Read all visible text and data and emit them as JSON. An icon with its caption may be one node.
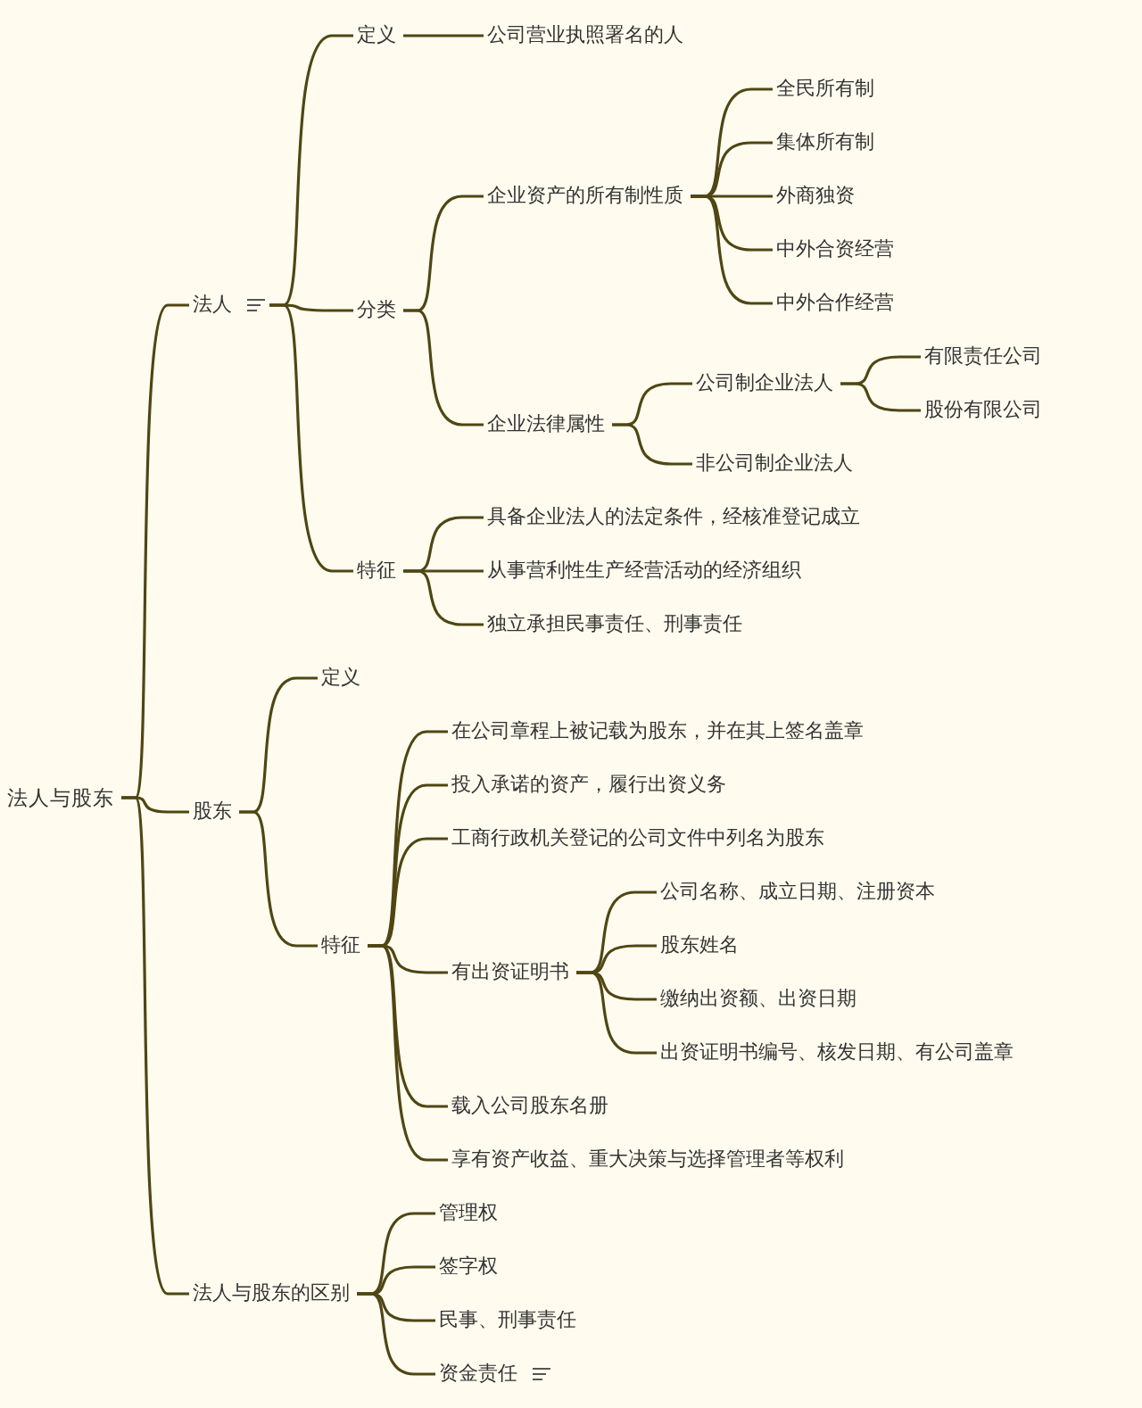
{
  "diagram": {
    "nodes": [
      {
        "text": [
          "法人与股东"
        ]
      },
      {
        "text": [
          "法人"
        ]
      },
      {
        "text": [
          "定义"
        ]
      },
      {
        "text": [
          "公司营业执照署名的人"
        ]
      },
      {
        "text": [
          "分类"
        ]
      },
      {
        "text": [
          "企业资产的所有制性质"
        ]
      },
      {
        "text": [
          "全民所有制"
        ]
      },
      {
        "text": [
          "集体所有制"
        ]
      },
      {
        "text": [
          "外商独资"
        ]
      },
      {
        "text": [
          "中外合资经营"
        ]
      },
      {
        "text": [
          "中外合作经营"
        ]
      },
      {
        "text": [
          "企业法律属性"
        ]
      },
      {
        "text": [
          "公司制企业法人"
        ]
      },
      {
        "text": [
          "有限责任公司"
        ]
      },
      {
        "text": [
          "股份有限公司"
        ]
      },
      {
        "text": [
          "非公司制企业法人"
        ]
      },
      {
        "text": [
          "特征"
        ]
      },
      {
        "text": [
          "具备企业法人的法定条件，经核准登记成立"
        ]
      },
      {
        "text": [
          "从事营利性生产经营活动的经济组织"
        ]
      },
      {
        "text": [
          "独立承担民事责任、刑事责任"
        ]
      },
      {
        "text": [
          "股东"
        ]
      },
      {
        "text": [
          "定义"
        ]
      },
      {
        "text": [
          "特征"
        ]
      },
      {
        "text": [
          "在公司章程上被记载为股东，并在其上签名盖章"
        ]
      },
      {
        "text": [
          "投入承诺的资产，履行出资义务"
        ]
      },
      {
        "text": [
          "工商行政机关登记的公司文件中列名为股东"
        ]
      },
      {
        "text": [
          "有出资证明书"
        ]
      },
      {
        "text": [
          "公司名称、成立日期、注册资本"
        ]
      },
      {
        "text": [
          "股东姓名"
        ]
      },
      {
        "text": [
          "缴纳出资额、出资日期"
        ]
      },
      {
        "text": [
          "出资证明书编号、核发日期、有公司盖章"
        ]
      },
      {
        "text": [
          "载入公司股东名册"
        ]
      },
      {
        "text": [
          "享有资产收益、重大决策与选择管理者等权利"
        ]
      },
      {
        "text": [
          "法人与股东的区别"
        ]
      },
      {
        "text": [
          "管理权"
        ]
      },
      {
        "text": [
          "签字权"
        ]
      },
      {
        "text": [
          "民事、刑事责任"
        ]
      },
      {
        "text": [
          "资金责任"
        ]
      }
    ],
    "edges": [
      {
        "from": 0,
        "to": 1,
        "arrow": "none"
      },
      {
        "from": 0,
        "to": 20,
        "arrow": "none"
      },
      {
        "from": 0,
        "to": 33,
        "arrow": "none"
      },
      {
        "from": 1,
        "to": 2,
        "arrow": "none"
      },
      {
        "from": 1,
        "to": 4,
        "arrow": "none"
      },
      {
        "from": 1,
        "to": 16,
        "arrow": "none"
      },
      {
        "from": 2,
        "to": 3,
        "arrow": "none"
      },
      {
        "from": 4,
        "to": 5,
        "arrow": "none"
      },
      {
        "from": 4,
        "to": 11,
        "arrow": "none"
      },
      {
        "from": 5,
        "to": 6,
        "arrow": "none"
      },
      {
        "from": 5,
        "to": 7,
        "arrow": "none"
      },
      {
        "from": 5,
        "to": 8,
        "arrow": "none"
      },
      {
        "from": 5,
        "to": 9,
        "arrow": "none"
      },
      {
        "from": 5,
        "to": 10,
        "arrow": "none"
      },
      {
        "from": 11,
        "to": 12,
        "arrow": "none"
      },
      {
        "from": 11,
        "to": 15,
        "arrow": "none"
      },
      {
        "from": 12,
        "to": 13,
        "arrow": "none"
      },
      {
        "from": 12,
        "to": 14,
        "arrow": "none"
      },
      {
        "from": 16,
        "to": 17,
        "arrow": "none"
      },
      {
        "from": 16,
        "to": 18,
        "arrow": "none"
      },
      {
        "from": 16,
        "to": 19,
        "arrow": "none"
      },
      {
        "from": 20,
        "to": 21,
        "arrow": "none"
      },
      {
        "from": 20,
        "to": 22,
        "arrow": "none"
      },
      {
        "from": 22,
        "to": 23,
        "arrow": "none"
      },
      {
        "from": 22,
        "to": 24,
        "arrow": "none"
      },
      {
        "from": 22,
        "to": 25,
        "arrow": "none"
      },
      {
        "from": 22,
        "to": 26,
        "arrow": "none"
      },
      {
        "from": 22,
        "to": 31,
        "arrow": "none"
      },
      {
        "from": 22,
        "to": 32,
        "arrow": "none"
      },
      {
        "from": 26,
        "to": 27,
        "arrow": "none"
      },
      {
        "from": 26,
        "to": 28,
        "arrow": "none"
      },
      {
        "from": 26,
        "to": 29,
        "arrow": "none"
      },
      {
        "from": 26,
        "to": 30,
        "arrow": "none"
      },
      {
        "from": 33,
        "to": 34,
        "arrow": "none"
      },
      {
        "from": 33,
        "to": 35,
        "arrow": "none"
      },
      {
        "from": 33,
        "to": 36,
        "arrow": "none"
      },
      {
        "from": 33,
        "to": 37,
        "arrow": "none"
      }
    ]
  }
}
